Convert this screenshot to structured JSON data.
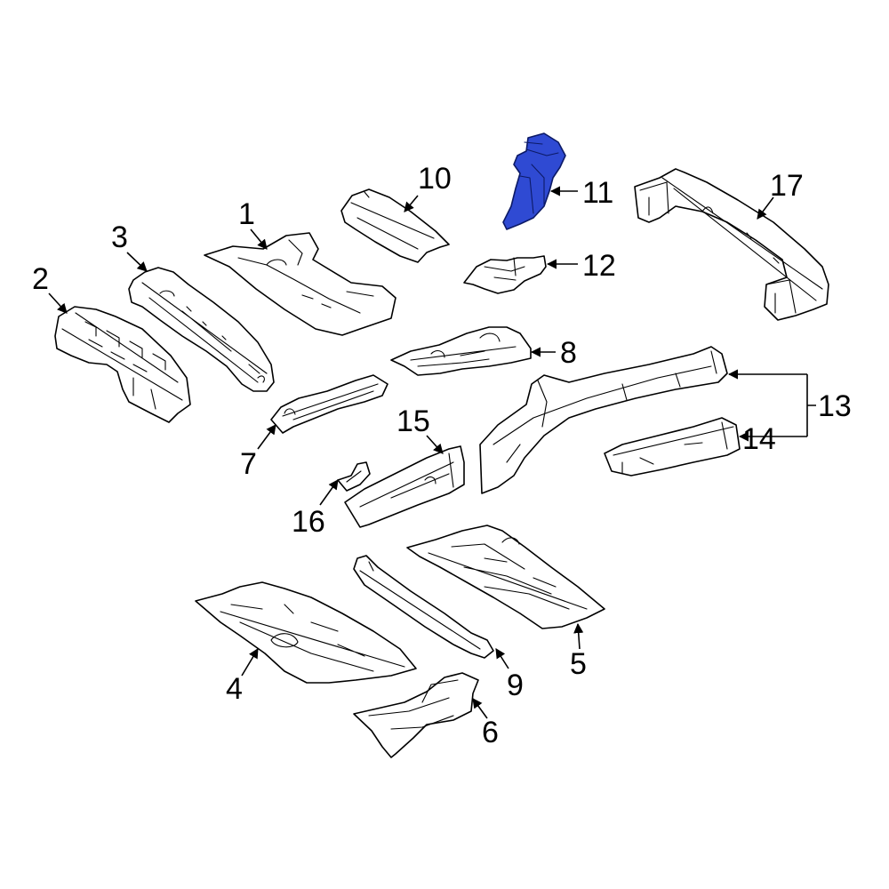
{
  "diagram": {
    "highlight_color": "#2f4ad3",
    "callouts": [
      {
        "id": "1",
        "label": "1"
      },
      {
        "id": "2",
        "label": "2"
      },
      {
        "id": "3",
        "label": "3"
      },
      {
        "id": "4",
        "label": "4"
      },
      {
        "id": "5",
        "label": "5"
      },
      {
        "id": "6",
        "label": "6"
      },
      {
        "id": "7",
        "label": "7"
      },
      {
        "id": "8",
        "label": "8"
      },
      {
        "id": "9",
        "label": "9"
      },
      {
        "id": "10",
        "label": "10"
      },
      {
        "id": "11",
        "label": "11",
        "highlighted": true
      },
      {
        "id": "12",
        "label": "12"
      },
      {
        "id": "13",
        "label": "13"
      },
      {
        "id": "14",
        "label": "14"
      },
      {
        "id": "15",
        "label": "15"
      },
      {
        "id": "16",
        "label": "16"
      },
      {
        "id": "17",
        "label": "17"
      }
    ]
  }
}
